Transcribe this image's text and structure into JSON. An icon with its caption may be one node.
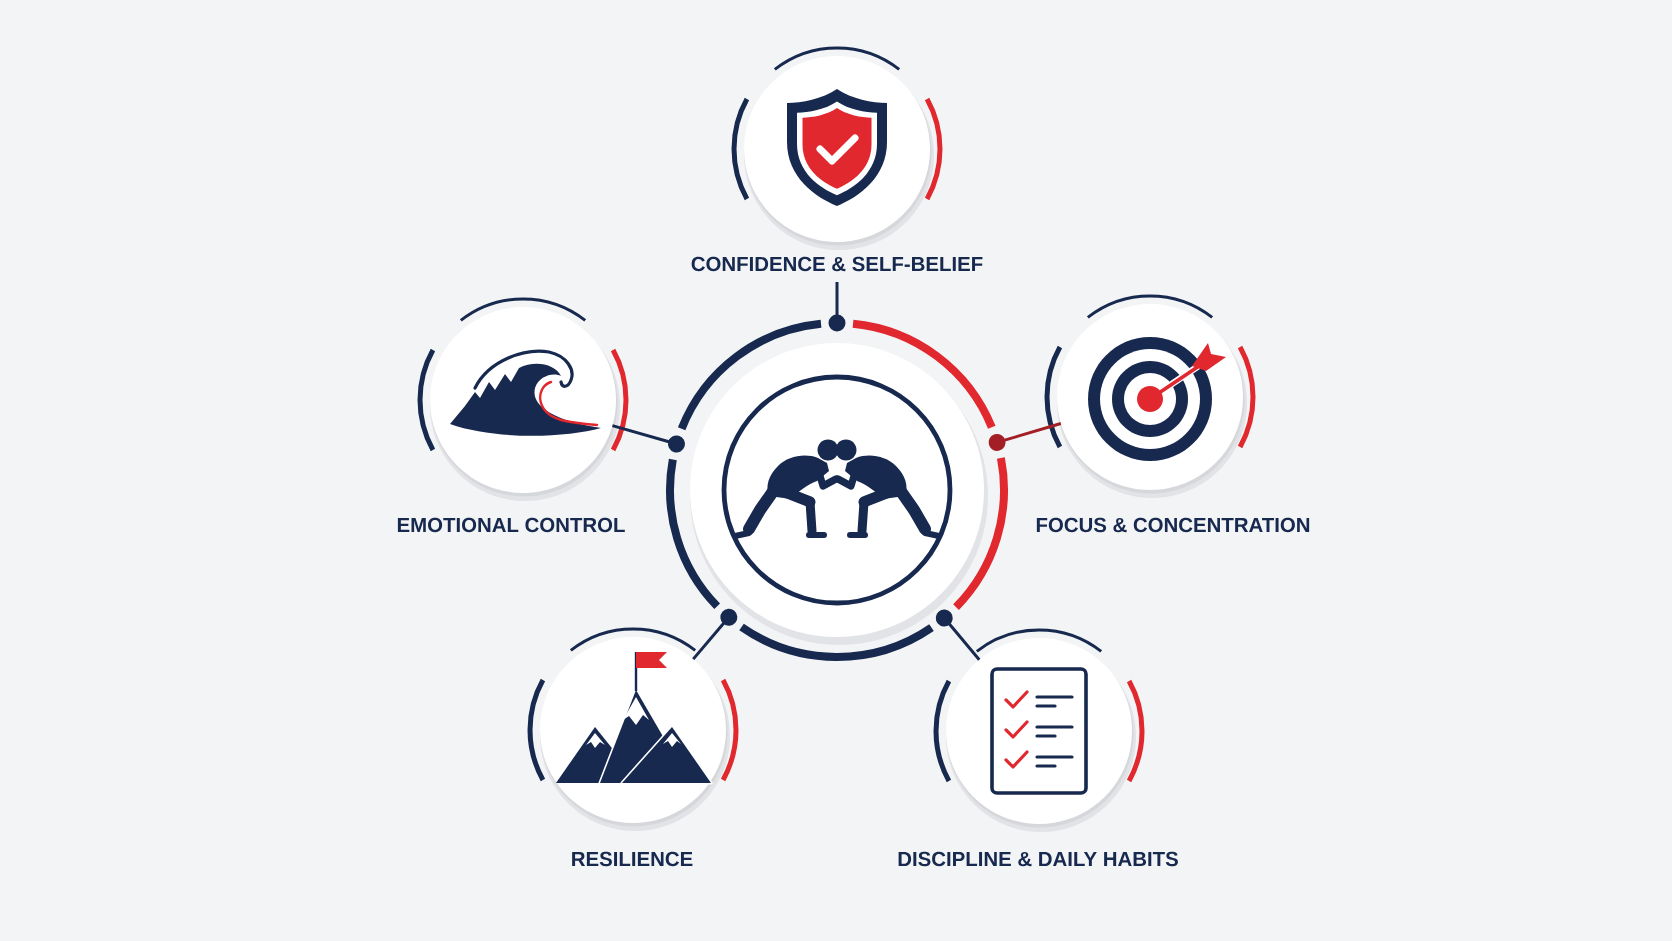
{
  "diagram": {
    "nodes": [
      {
        "text": [
          "CONFIDENCE & SELF-BELIEF"
        ]
      },
      {
        "text": [
          "EMOTIONAL CONTROL"
        ]
      },
      {
        "text": [],
        "shape": "circle"
      },
      {
        "text": [
          "FOCUS & CONCENTRATION"
        ]
      },
      {
        "text": [
          "RESILIENCE"
        ]
      },
      {
        "text": [
          "DISCIPLINE & DAILY HABITS"
        ]
      }
    ],
    "edges": [
      {
        "from": 2,
        "to": 0,
        "arrow": "other"
      },
      {
        "from": 2,
        "to": 1,
        "arrow": "other"
      },
      {
        "from": 2,
        "to": 3,
        "arrow": "other",
        "color": "#a31f26"
      },
      {
        "from": 2,
        "to": 4,
        "arrow": "other"
      },
      {
        "from": 2,
        "to": 5,
        "arrow": "other"
      }
    ]
  }
}
